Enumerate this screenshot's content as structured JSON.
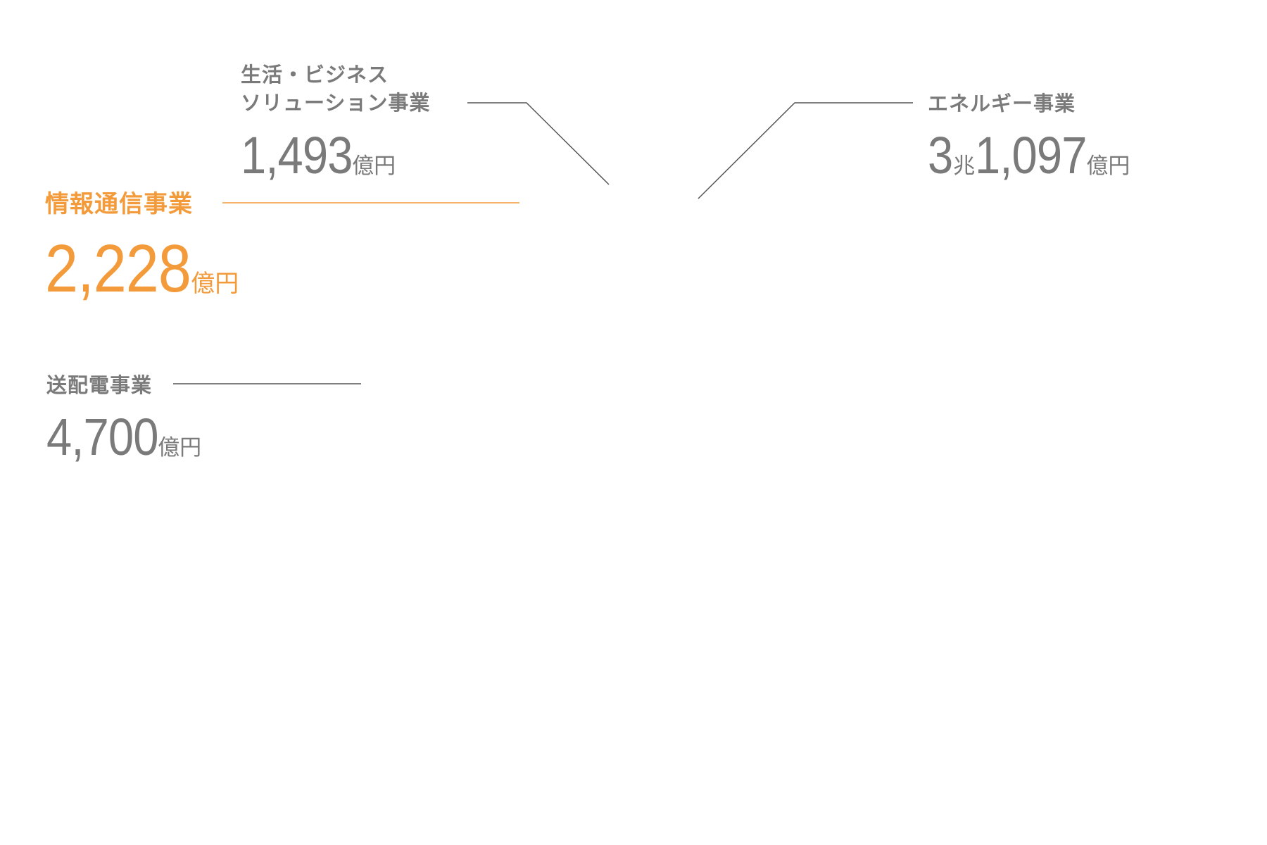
{
  "colors": {
    "gray": "#7a7a7a",
    "accent": "#f39a3a",
    "line": "#555555"
  },
  "segments": [
    {
      "label_line1": "生活・ビジネス",
      "label_line2": "ソリューション事業",
      "value": "1,493",
      "unit": "億円"
    },
    {
      "label": "情報通信事業",
      "value": "2,228",
      "unit": "億円",
      "highlighted": true
    },
    {
      "label": "送配電事業",
      "value": "4,700",
      "unit": "億円"
    },
    {
      "label": "エネルギー事業",
      "value_trillion": "3",
      "trillion_unit": "兆",
      "value": "1,097",
      "unit": "億円"
    }
  ]
}
